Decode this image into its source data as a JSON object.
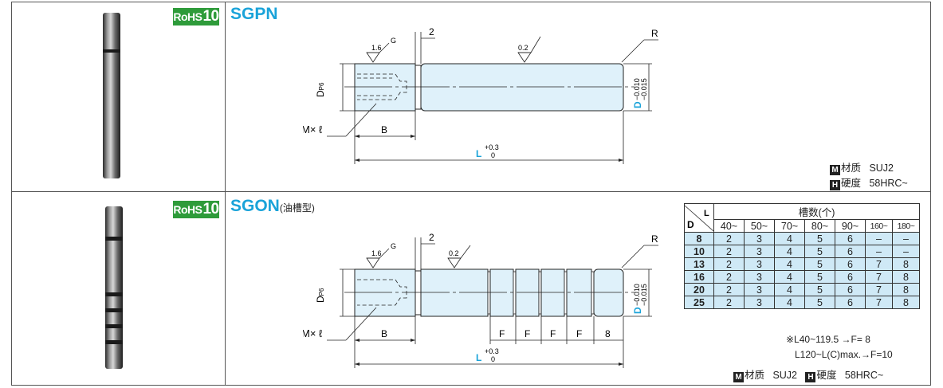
{
  "top": {
    "badge_a": "RoHS",
    "badge_b": "10",
    "title": "SGPN",
    "dims": {
      "g": "G",
      "two": "2",
      "r16": "1.6",
      "r02": "0.2",
      "r": "R",
      "dp6_main": "D",
      "dp6_sub": "P6",
      "d": "D",
      "d_tol_u": "−0.010",
      "d_tol_l": "−0.015",
      "mxl": "M× ℓ",
      "b": "B",
      "l": "L",
      "l_tol_u": "+0.3",
      "l_tol_l": "0"
    },
    "material_badge": "M",
    "material_label": "材质",
    "material_value": "SUJ2",
    "hardness_badge": "H",
    "hardness_label": "硬度",
    "hardness_value": "58HRC~"
  },
  "bottom": {
    "badge_a": "RoHS",
    "badge_b": "10",
    "title": "SGON",
    "subtitle": "(油槽型)",
    "dims": {
      "g": "G",
      "two": "2",
      "r16": "1.6",
      "r02": "0.2",
      "r": "R",
      "dp6_main": "D",
      "dp6_sub": "P6",
      "d": "D",
      "d_tol_u": "−0.010",
      "d_tol_l": "−0.015",
      "mxl": "M× ℓ",
      "b": "B",
      "f": "F",
      "eight": "8",
      "l": "L",
      "l_tol_u": "+0.3",
      "l_tol_l": "0"
    },
    "table": {
      "corner_d": "D",
      "corner_l": "L",
      "group_header": "槽数(个)",
      "columns": [
        "40~",
        "50~",
        "70~",
        "80~",
        "90~",
        "160~",
        "180~"
      ],
      "rows": [
        {
          "d": "8",
          "vals": [
            "2",
            "3",
            "4",
            "5",
            "6",
            "–",
            "–"
          ]
        },
        {
          "d": "10",
          "vals": [
            "2",
            "3",
            "4",
            "5",
            "6",
            "–",
            "–"
          ]
        },
        {
          "d": "13",
          "vals": [
            "2",
            "3",
            "4",
            "5",
            "6",
            "7",
            "8"
          ]
        },
        {
          "d": "16",
          "vals": [
            "2",
            "3",
            "4",
            "5",
            "6",
            "7",
            "8"
          ]
        },
        {
          "d": "20",
          "vals": [
            "2",
            "3",
            "4",
            "5",
            "6",
            "7",
            "8"
          ]
        },
        {
          "d": "25",
          "vals": [
            "2",
            "3",
            "4",
            "5",
            "6",
            "7",
            "8"
          ]
        }
      ]
    },
    "note1": "※L40~119.5    →F= 8",
    "note2": "L120~L(C)max.→F=10",
    "material_badge": "M",
    "material_label": "材质",
    "material_value": "SUJ2",
    "hardness_badge": "H",
    "hardness_label": "硬度",
    "hardness_value": "58HRC~"
  }
}
